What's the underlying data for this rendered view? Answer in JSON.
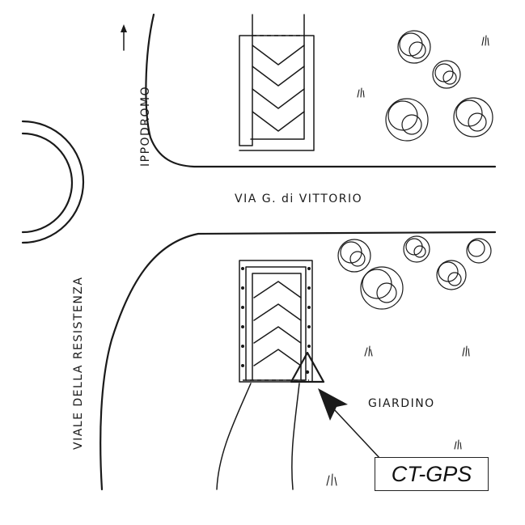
{
  "streets": {
    "ippodromo": "IPPODROMO",
    "vittorio": "VIA G. di VITTORIO",
    "resistenza": "VIALE DELLA RESISTENZA"
  },
  "places": {
    "giardino": "GIARDINO"
  },
  "device_label": "CT-GPS",
  "colors": {
    "ink": "#1a1a1a",
    "paper": "#ffffff"
  }
}
